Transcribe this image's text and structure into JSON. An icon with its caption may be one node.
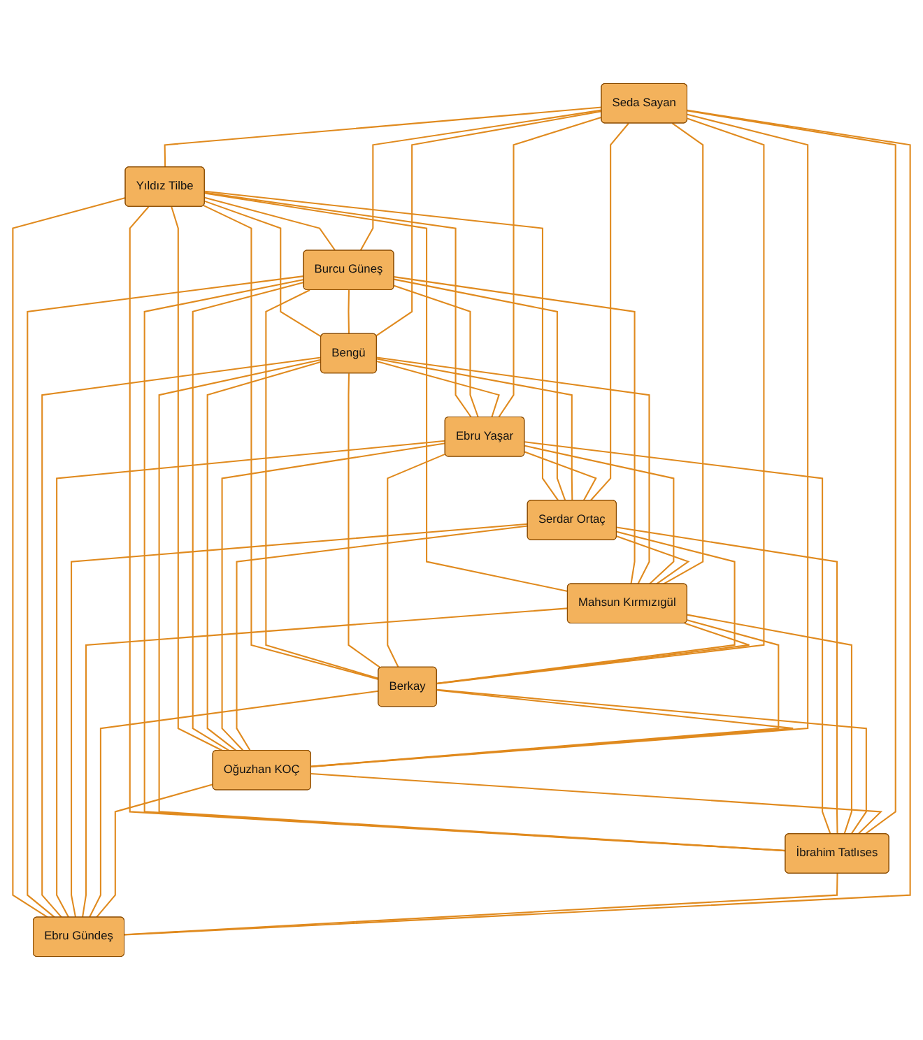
{
  "diagram": {
    "nodes": [
      {
        "text": [
          "Yıldız Tilbe"
        ]
      },
      {
        "text": [
          "Burcu Güneş"
        ]
      },
      {
        "text": [
          "Bengü"
        ]
      },
      {
        "text": [
          "Ebru Yaşar"
        ]
      },
      {
        "text": [
          "Serdar Ortaç"
        ]
      },
      {
        "text": [
          "Mahsun Kırmızıgül"
        ]
      },
      {
        "text": [
          "Berkay"
        ]
      },
      {
        "text": [
          "Oğuzhan KOÇ"
        ]
      },
      {
        "text": [
          "İbrahim Tatlıses"
        ]
      },
      {
        "text": [
          "Ebru Gündeş"
        ]
      },
      {
        "text": [
          "Seda Sayan"
        ]
      }
    ],
    "edges": [
      {
        "from": 0,
        "to": 1,
        "arrow": "none"
      },
      {
        "from": 0,
        "to": 2,
        "arrow": "none"
      },
      {
        "from": 0,
        "to": 3,
        "arrow": "none"
      },
      {
        "from": 0,
        "to": 4,
        "arrow": "none"
      },
      {
        "from": 0,
        "to": 5,
        "arrow": "none"
      },
      {
        "from": 0,
        "to": 6,
        "arrow": "none"
      },
      {
        "from": 0,
        "to": 7,
        "arrow": "none"
      },
      {
        "from": 0,
        "to": 8,
        "arrow": "none"
      },
      {
        "from": 0,
        "to": 9,
        "arrow": "none"
      },
      {
        "from": 1,
        "to": 2,
        "arrow": "none"
      },
      {
        "from": 1,
        "to": 3,
        "arrow": "none"
      },
      {
        "from": 1,
        "to": 4,
        "arrow": "none"
      },
      {
        "from": 1,
        "to": 5,
        "arrow": "none"
      },
      {
        "from": 1,
        "to": 6,
        "arrow": "none"
      },
      {
        "from": 1,
        "to": 7,
        "arrow": "none"
      },
      {
        "from": 1,
        "to": 8,
        "arrow": "none"
      },
      {
        "from": 1,
        "to": 9,
        "arrow": "none"
      },
      {
        "from": 2,
        "to": 3,
        "arrow": "none"
      },
      {
        "from": 2,
        "to": 4,
        "arrow": "none"
      },
      {
        "from": 2,
        "to": 5,
        "arrow": "none"
      },
      {
        "from": 2,
        "to": 6,
        "arrow": "none"
      },
      {
        "from": 2,
        "to": 7,
        "arrow": "none"
      },
      {
        "from": 2,
        "to": 8,
        "arrow": "none"
      },
      {
        "from": 2,
        "to": 9,
        "arrow": "none"
      },
      {
        "from": 3,
        "to": 4,
        "arrow": "none"
      },
      {
        "from": 3,
        "to": 5,
        "arrow": "none"
      },
      {
        "from": 3,
        "to": 6,
        "arrow": "none"
      },
      {
        "from": 3,
        "to": 7,
        "arrow": "none"
      },
      {
        "from": 3,
        "to": 8,
        "arrow": "none"
      },
      {
        "from": 3,
        "to": 9,
        "arrow": "none"
      },
      {
        "from": 4,
        "to": 5,
        "arrow": "none"
      },
      {
        "from": 4,
        "to": 6,
        "arrow": "none"
      },
      {
        "from": 4,
        "to": 7,
        "arrow": "none"
      },
      {
        "from": 4,
        "to": 8,
        "arrow": "none"
      },
      {
        "from": 4,
        "to": 9,
        "arrow": "none"
      },
      {
        "from": 5,
        "to": 6,
        "arrow": "none"
      },
      {
        "from": 5,
        "to": 7,
        "arrow": "none"
      },
      {
        "from": 5,
        "to": 8,
        "arrow": "none"
      },
      {
        "from": 5,
        "to": 9,
        "arrow": "none"
      },
      {
        "from": 6,
        "to": 7,
        "arrow": "none"
      },
      {
        "from": 6,
        "to": 8,
        "arrow": "none"
      },
      {
        "from": 6,
        "to": 9,
        "arrow": "none"
      },
      {
        "from": 7,
        "to": 8,
        "arrow": "none"
      },
      {
        "from": 7,
        "to": 9,
        "arrow": "none"
      },
      {
        "from": 8,
        "to": 9,
        "arrow": "none"
      },
      {
        "from": 10,
        "to": 2,
        "arrow": "none"
      },
      {
        "from": 10,
        "to": 3,
        "arrow": "none"
      },
      {
        "from": 10,
        "to": 5,
        "arrow": "none"
      },
      {
        "from": 10,
        "to": 1,
        "arrow": "none"
      },
      {
        "from": 10,
        "to": 0,
        "arrow": "none"
      },
      {
        "from": 10,
        "to": 4,
        "arrow": "none"
      },
      {
        "from": 10,
        "to": 7,
        "arrow": "none"
      },
      {
        "from": 10,
        "to": 6,
        "arrow": "none"
      },
      {
        "from": 10,
        "to": 8,
        "arrow": "none"
      },
      {
        "from": 10,
        "to": 9,
        "arrow": "none"
      }
    ]
  }
}
